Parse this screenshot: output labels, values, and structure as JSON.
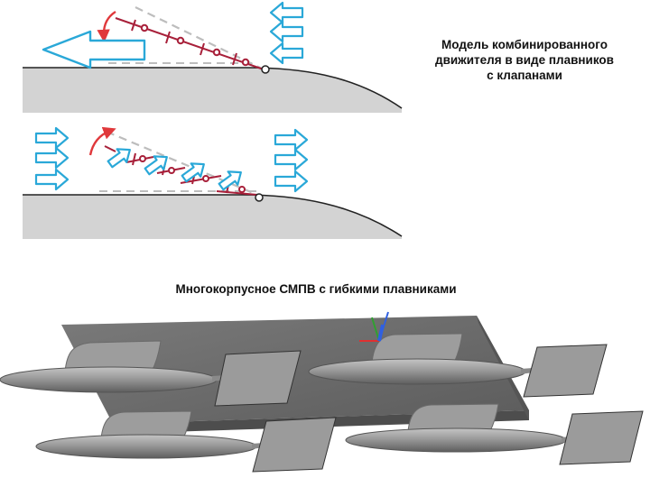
{
  "captions": {
    "fin_model": [
      "Модель комбинированного",
      "движителя в виде плавников",
      "с клапанами"
    ],
    "multihull": "Многокорпусное СМПВ с гибкими плавниками"
  },
  "colors": {
    "hull_fill": "#d3d3d3",
    "fin_valve": "#a8203a",
    "guide_dash": "#bdbdbd",
    "flow_arrow": "#2aa8d8",
    "motion_arrow": "#e0383b",
    "model_gray": "#8a8a8a"
  },
  "icons": {
    "flow_arrow": "hollow-arrow-icon",
    "motion_arrow": "curved-arrow-icon",
    "axes": "xyz-axes-icon"
  }
}
